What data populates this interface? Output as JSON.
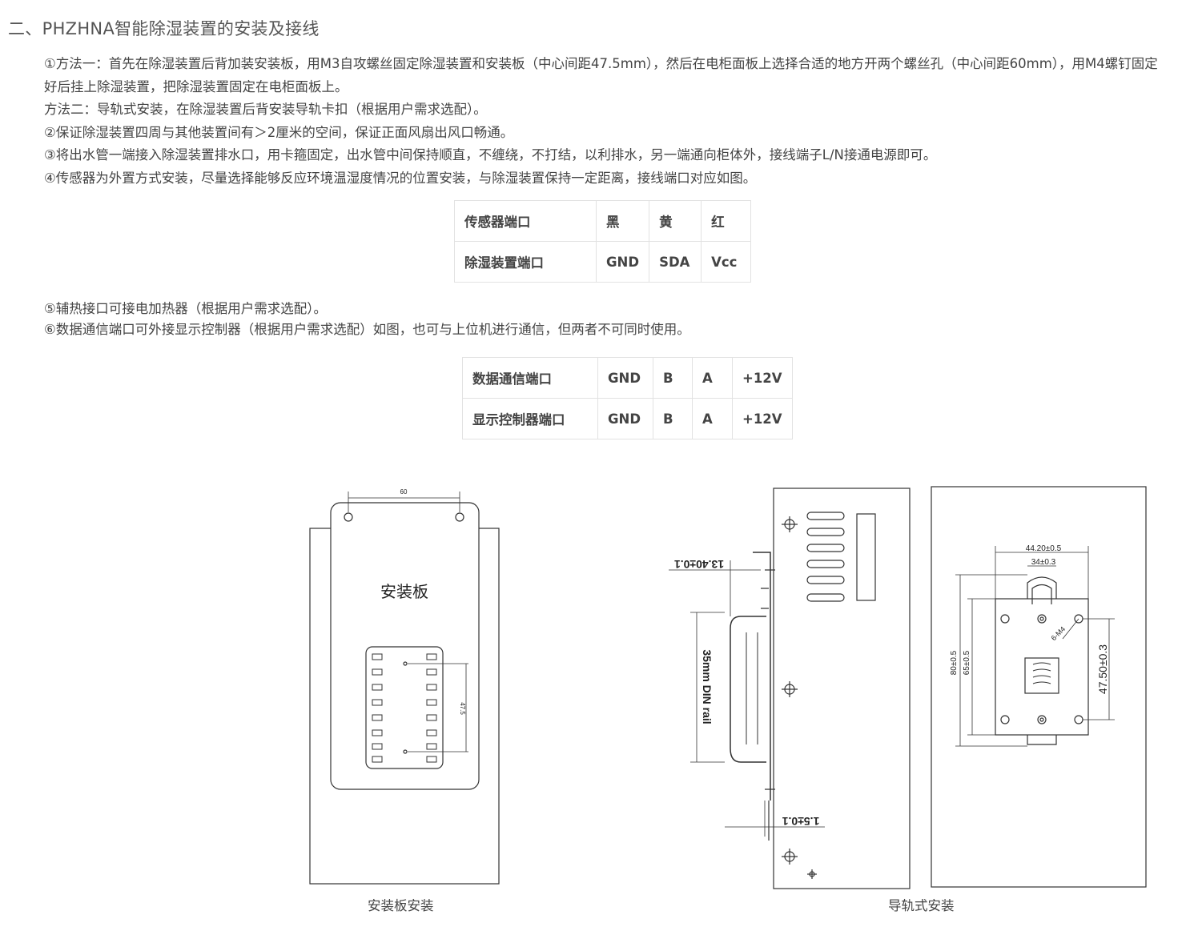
{
  "title": "二、PHZHNA智能除湿装置的安装及接线",
  "paragraphs1": [
    "①方法一：首先在除湿装置后背加装安装板，用M3自攻螺丝固定除湿装置和安装板（中心间距47.5mm），然后在电柜面板上选择合适的地方开两个螺丝孔（中心间距60mm），用M4螺钉固定好后挂上除湿装置，把除湿装置固定在电柜面板上。",
    "方法二：导轨式安装，在除湿装置后背安装导轨卡扣（根据用户需求选配）。",
    "②保证除湿装置四周与其他装置间有＞2厘米的空间，保证正面风扇出风口畅通。",
    "③将出水管一端接入除湿装置排水口，用卡箍固定，出水管中间保持顺直，不缠绕，不打结，以利排水，另一端通向柜体外，接线端子L/N接通电源即可。",
    "④传感器为外置方式安装，尽量选择能够反应环境温湿度情况的位置安装，与除湿装置保持一定距离，接线端口对应如图。"
  ],
  "table1": [
    [
      "传感器端口",
      "黑",
      "黄",
      "红"
    ],
    [
      "除湿装置端口",
      "GND",
      "SDA",
      "Vcc"
    ]
  ],
  "paragraphs2": [
    "⑤辅热接口可接电加热器（根据用户需求选配）。",
    "⑥数据通信端口可外接显示控制器（根据用户需求选配）如图，也可与上位机进行通信，但两者不可同时使用。"
  ],
  "table2": [
    [
      "数据通信端口",
      "GND",
      "B",
      "A",
      "+12V"
    ],
    [
      "显示控制器端口",
      "GND",
      "B",
      "A",
      "+12V"
    ]
  ],
  "figure_left": {
    "dim_top": "60",
    "plate_label": "安装板",
    "dim_side": "47.5",
    "caption": "安装板安装"
  },
  "figure_right": {
    "dim_1340": "13.40±0.1",
    "dim_rail": "35mm DIN rail",
    "dim_15": "1.5±0.1",
    "dim_4420": "44.20±0.5",
    "dim_34": "34±0.3",
    "dim_6m4": "6-M4",
    "dim_80": "80±0.5",
    "dim_65": "65±0.5",
    "dim_4750": "47.50±0.3",
    "caption": "导轨式安装"
  }
}
